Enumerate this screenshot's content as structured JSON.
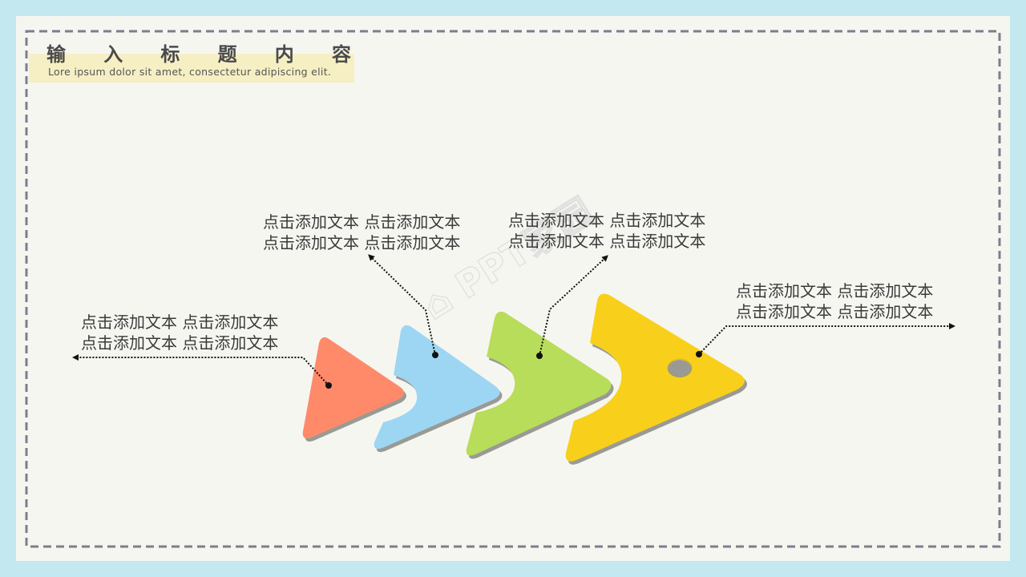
{
  "slide": {
    "title_chars": [
      "输",
      "入",
      "标",
      "题",
      "内",
      "容"
    ],
    "title": "输入标题内容",
    "subtitle": "Lore ipsum dolor sit amet, consectetur adipiscing elit."
  },
  "notes": [
    {
      "id": "note-left",
      "line1": "点击添加文本 点击添加文本",
      "line2": "点击添加文本 点击添加文本",
      "color": "#ff8a6a"
    },
    {
      "id": "note-top-left",
      "line1": "点击添加文本 点击添加文本",
      "line2": "点击添加文本 点击添加文本",
      "color": "#9dd6f2"
    },
    {
      "id": "note-top-right",
      "line1": "点击添加文本 点击添加文本",
      "line2": "点击添加文本 点击添加文本",
      "color": "#b8dd5a"
    },
    {
      "id": "note-right",
      "line1": "点击添加文本 点击添加文本",
      "line2": "点击添加文本 点击添加文本",
      "color": "#f8d01c"
    }
  ],
  "colors": {
    "background": "#c4e8ef",
    "panel": "#f6f6f1",
    "dashed_border": "#7c7e8e",
    "title_highlight": "#f5efc3",
    "red": "#ff8a6a",
    "blue": "#9dd6f2",
    "green": "#b8dd5a",
    "yellow": "#f8d01c",
    "shadow": "#9a9a95"
  },
  "watermark": "PPT家园"
}
